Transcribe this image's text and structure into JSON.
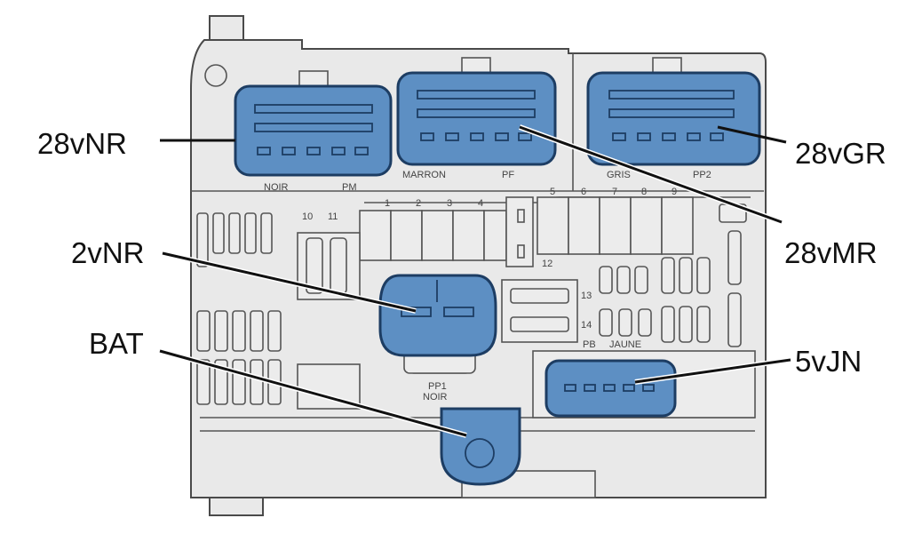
{
  "callouts": {
    "c28vNR": "28vNR",
    "c28vGR": "28vGR",
    "c2vNR": "2vNR",
    "c28vMR": "28vMR",
    "BAT": "BAT",
    "c5vJN": "5vJN"
  },
  "connectors": {
    "pm": {
      "color": "NOIR",
      "code": "PM"
    },
    "pf": {
      "color": "MARRON",
      "code": "PF"
    },
    "pp2": {
      "color": "GRIS",
      "code": "PP2"
    },
    "pp1": {
      "code": "PP1",
      "color": "NOIR"
    },
    "pb": {
      "code": "PB",
      "color": "JAUNE"
    }
  },
  "fuse_numbers": [
    "1",
    "2",
    "3",
    "4",
    "5",
    "6",
    "7",
    "8",
    "9",
    "10",
    "11",
    "12",
    "13",
    "14"
  ],
  "colors": {
    "connector": "#5d8fc3",
    "connector_outline": "#1d3d63",
    "housing": "#e9e9e9"
  }
}
